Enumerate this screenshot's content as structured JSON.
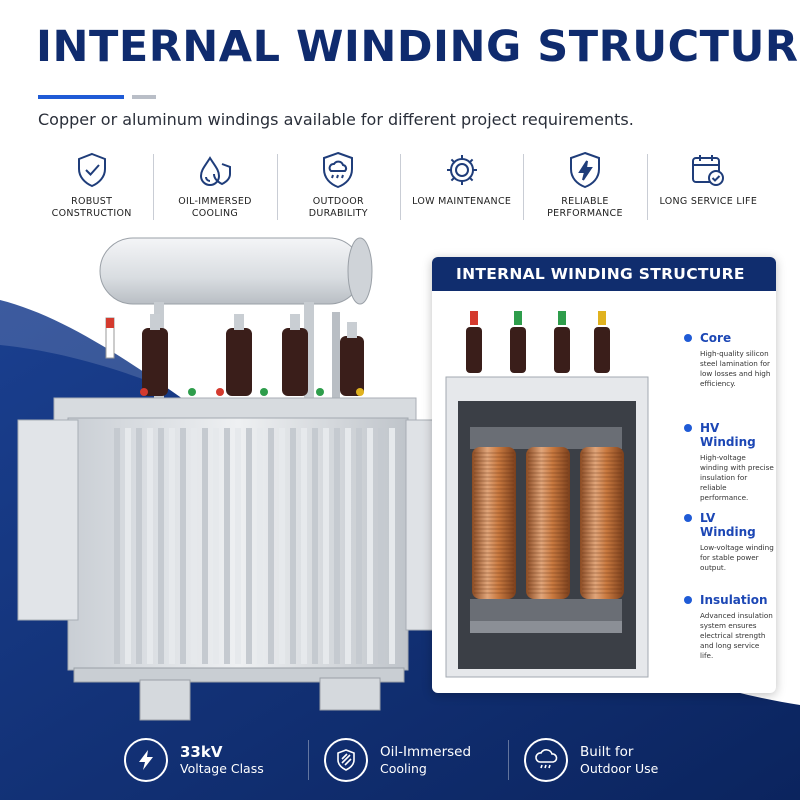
{
  "header": {
    "title": "INTERNAL WINDING STRUCTURE",
    "subtitle": "Copper or aluminum windings available for different project requirements."
  },
  "features": [
    {
      "icon": "shield-check-icon",
      "label": "ROBUST CONSTRUCTION"
    },
    {
      "icon": "oil-drop-icon",
      "label": "OIL-IMMERSED COOLING"
    },
    {
      "icon": "weather-shield-icon",
      "label": "OUTDOOR DURABILITY"
    },
    {
      "icon": "gear-icon",
      "label": "LOW MAINTENANCE"
    },
    {
      "icon": "lightning-shield-icon",
      "label": "RELIABLE PERFORMANCE"
    },
    {
      "icon": "calendar-check-icon",
      "label": "LONG SERVICE LIFE"
    }
  ],
  "panel": {
    "title": "INTERNAL WINDING STRUCTURE",
    "callouts": [
      {
        "title": "Core",
        "desc": "High-quality silicon steel lamination for low losses and high efficiency."
      },
      {
        "title": "HV Winding",
        "desc": "High-voltage winding with precise insulation for reliable performance."
      },
      {
        "title": "LV Winding",
        "desc": "Low-voltage winding for stable power output."
      },
      {
        "title": "Insulation",
        "desc": "Advanced insulation system ensures electrical strength and long service life."
      }
    ]
  },
  "bottom_bar": [
    {
      "icon": "lightning-icon",
      "main": "33kV",
      "sub": "Voltage Class"
    },
    {
      "icon": "shield-stripes-icon",
      "main": "Oil-Immersed",
      "sub": "Cooling"
    },
    {
      "icon": "cloud-rain-icon",
      "main": "Built for",
      "sub": "Outdoor Use"
    }
  ],
  "colors": {
    "navy": "#0f2b6e",
    "accent_blue": "#1f5bd6",
    "panel_header": "#102d6e",
    "copper": "#c9793f"
  }
}
